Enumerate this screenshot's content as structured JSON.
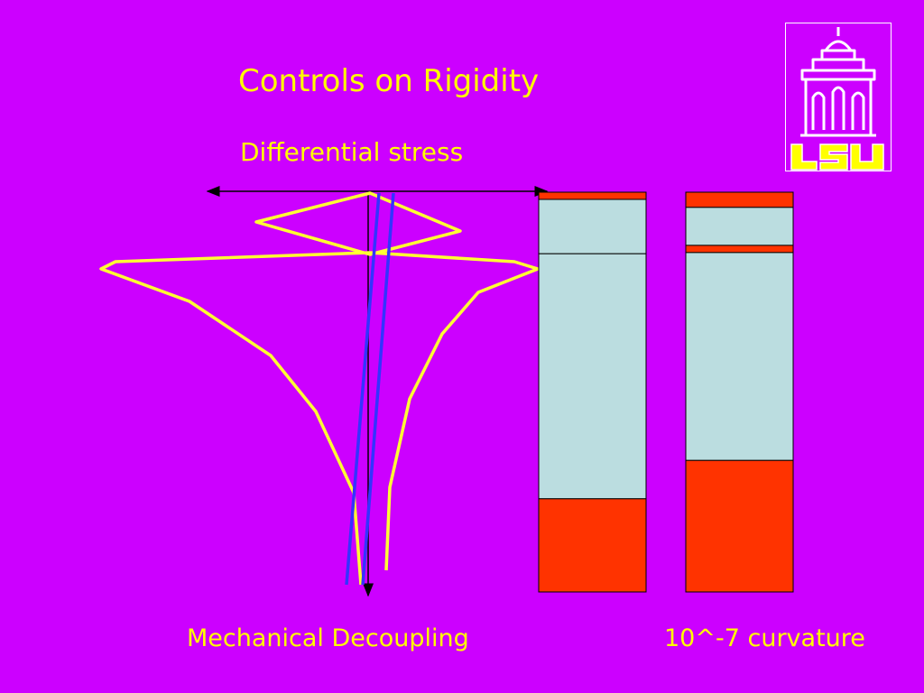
{
  "title": "Controls on Rigidity",
  "subtitle": "Differential stress",
  "captions": {
    "left": "Mechanical Decoupling",
    "right": "10^-7 curvature"
  },
  "logo": {
    "text": "LSU",
    "icon": "lsu-tower-logo-icon"
  },
  "colors": {
    "background": "#cc00ff",
    "text": "#ffff00",
    "stress_envelope": "#ffff33",
    "strength_line": "#3333ff",
    "weak_layer": "#ff3300",
    "strong_layer": "#bbdde0"
  },
  "columns": [
    {
      "name": "mechanical-decoupling",
      "layers": [
        {
          "type": "weak",
          "fraction": 0.018
        },
        {
          "type": "strong",
          "fraction": 0.136
        },
        {
          "type": "strong",
          "fraction": 0.613
        },
        {
          "type": "weak",
          "fraction": 0.233
        }
      ]
    },
    {
      "name": "curvature",
      "layers": [
        {
          "type": "weak",
          "fraction": 0.038
        },
        {
          "type": "strong",
          "fraction": 0.095
        },
        {
          "type": "weak",
          "fraction": 0.018
        },
        {
          "type": "strong",
          "fraction": 0.52
        },
        {
          "type": "weak",
          "fraction": 0.329
        }
      ]
    }
  ]
}
